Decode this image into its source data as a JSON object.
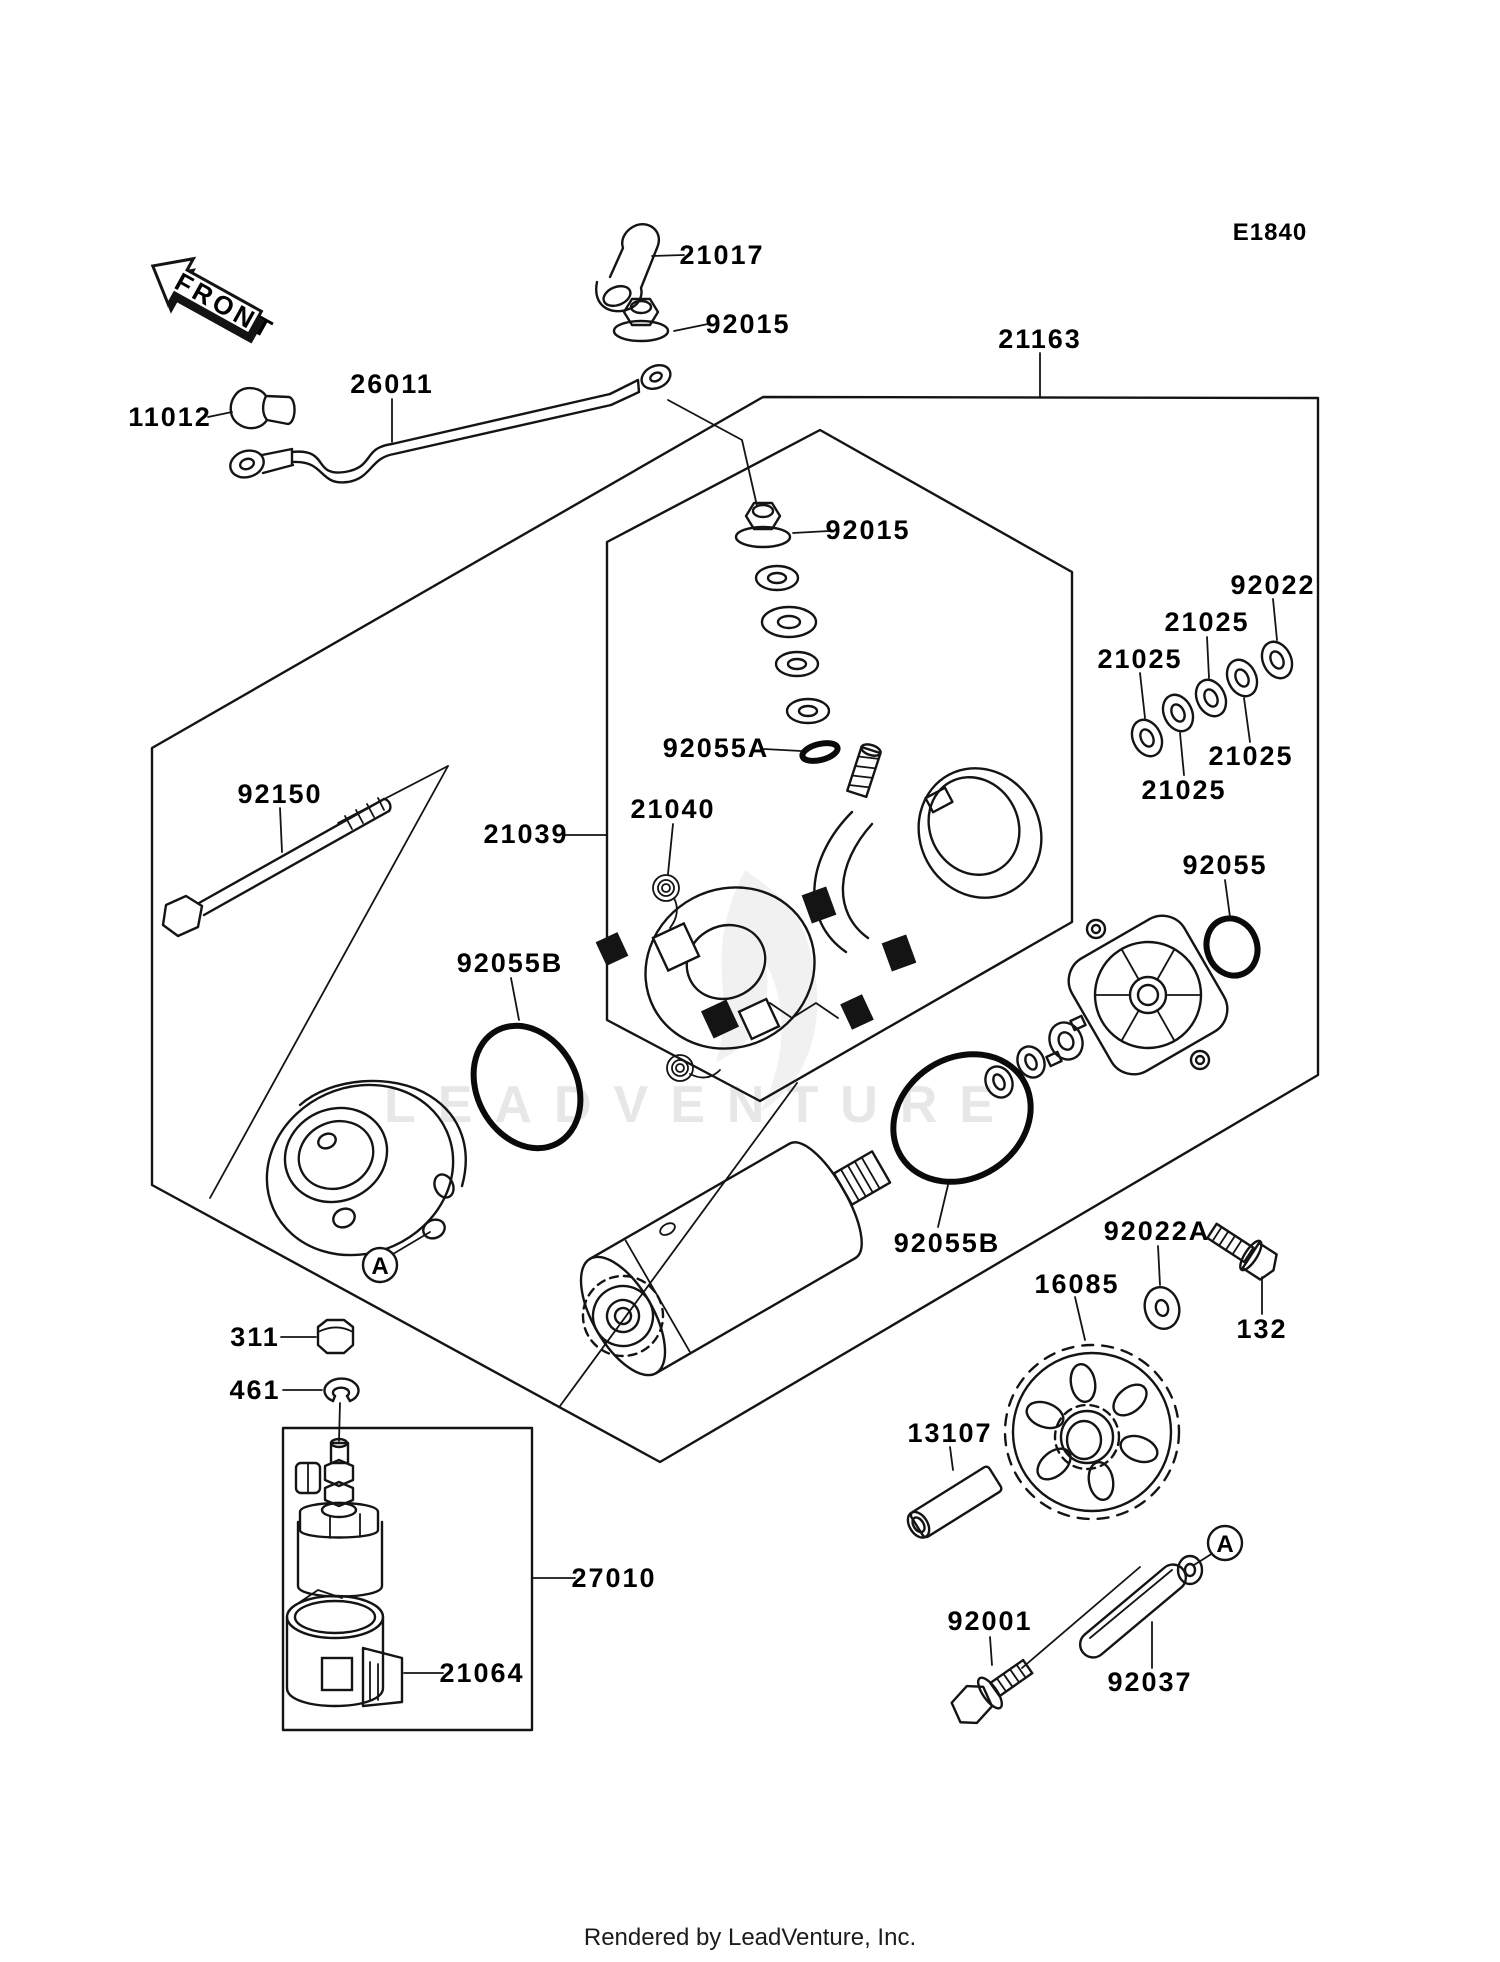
{
  "diagram": {
    "code": "E1840",
    "front_marker": "FRONT",
    "detail_marker": "A",
    "watermark": "LEADVENTURE",
    "footer": "Rendered by LeadVenture, Inc.",
    "line_color": "#141414",
    "watermark_color": "#e7e7e7"
  },
  "part_labels": [
    {
      "text": "21017"
    },
    {
      "text": "92015"
    },
    {
      "text": "21163"
    },
    {
      "text": "26011"
    },
    {
      "text": "11012"
    },
    {
      "text": "92015"
    },
    {
      "text": "92022"
    },
    {
      "text": "21025"
    },
    {
      "text": "21025"
    },
    {
      "text": "21025"
    },
    {
      "text": "21025"
    },
    {
      "text": "92055A"
    },
    {
      "text": "92150"
    },
    {
      "text": "21039"
    },
    {
      "text": "21040"
    },
    {
      "text": "92055"
    },
    {
      "text": "92055B"
    },
    {
      "text": "92055B"
    },
    {
      "text": "92022A"
    },
    {
      "text": "16085"
    },
    {
      "text": "132"
    },
    {
      "text": "311"
    },
    {
      "text": "461"
    },
    {
      "text": "13107"
    },
    {
      "text": "27010"
    },
    {
      "text": "21064"
    },
    {
      "text": "92001"
    },
    {
      "text": "92037"
    }
  ]
}
